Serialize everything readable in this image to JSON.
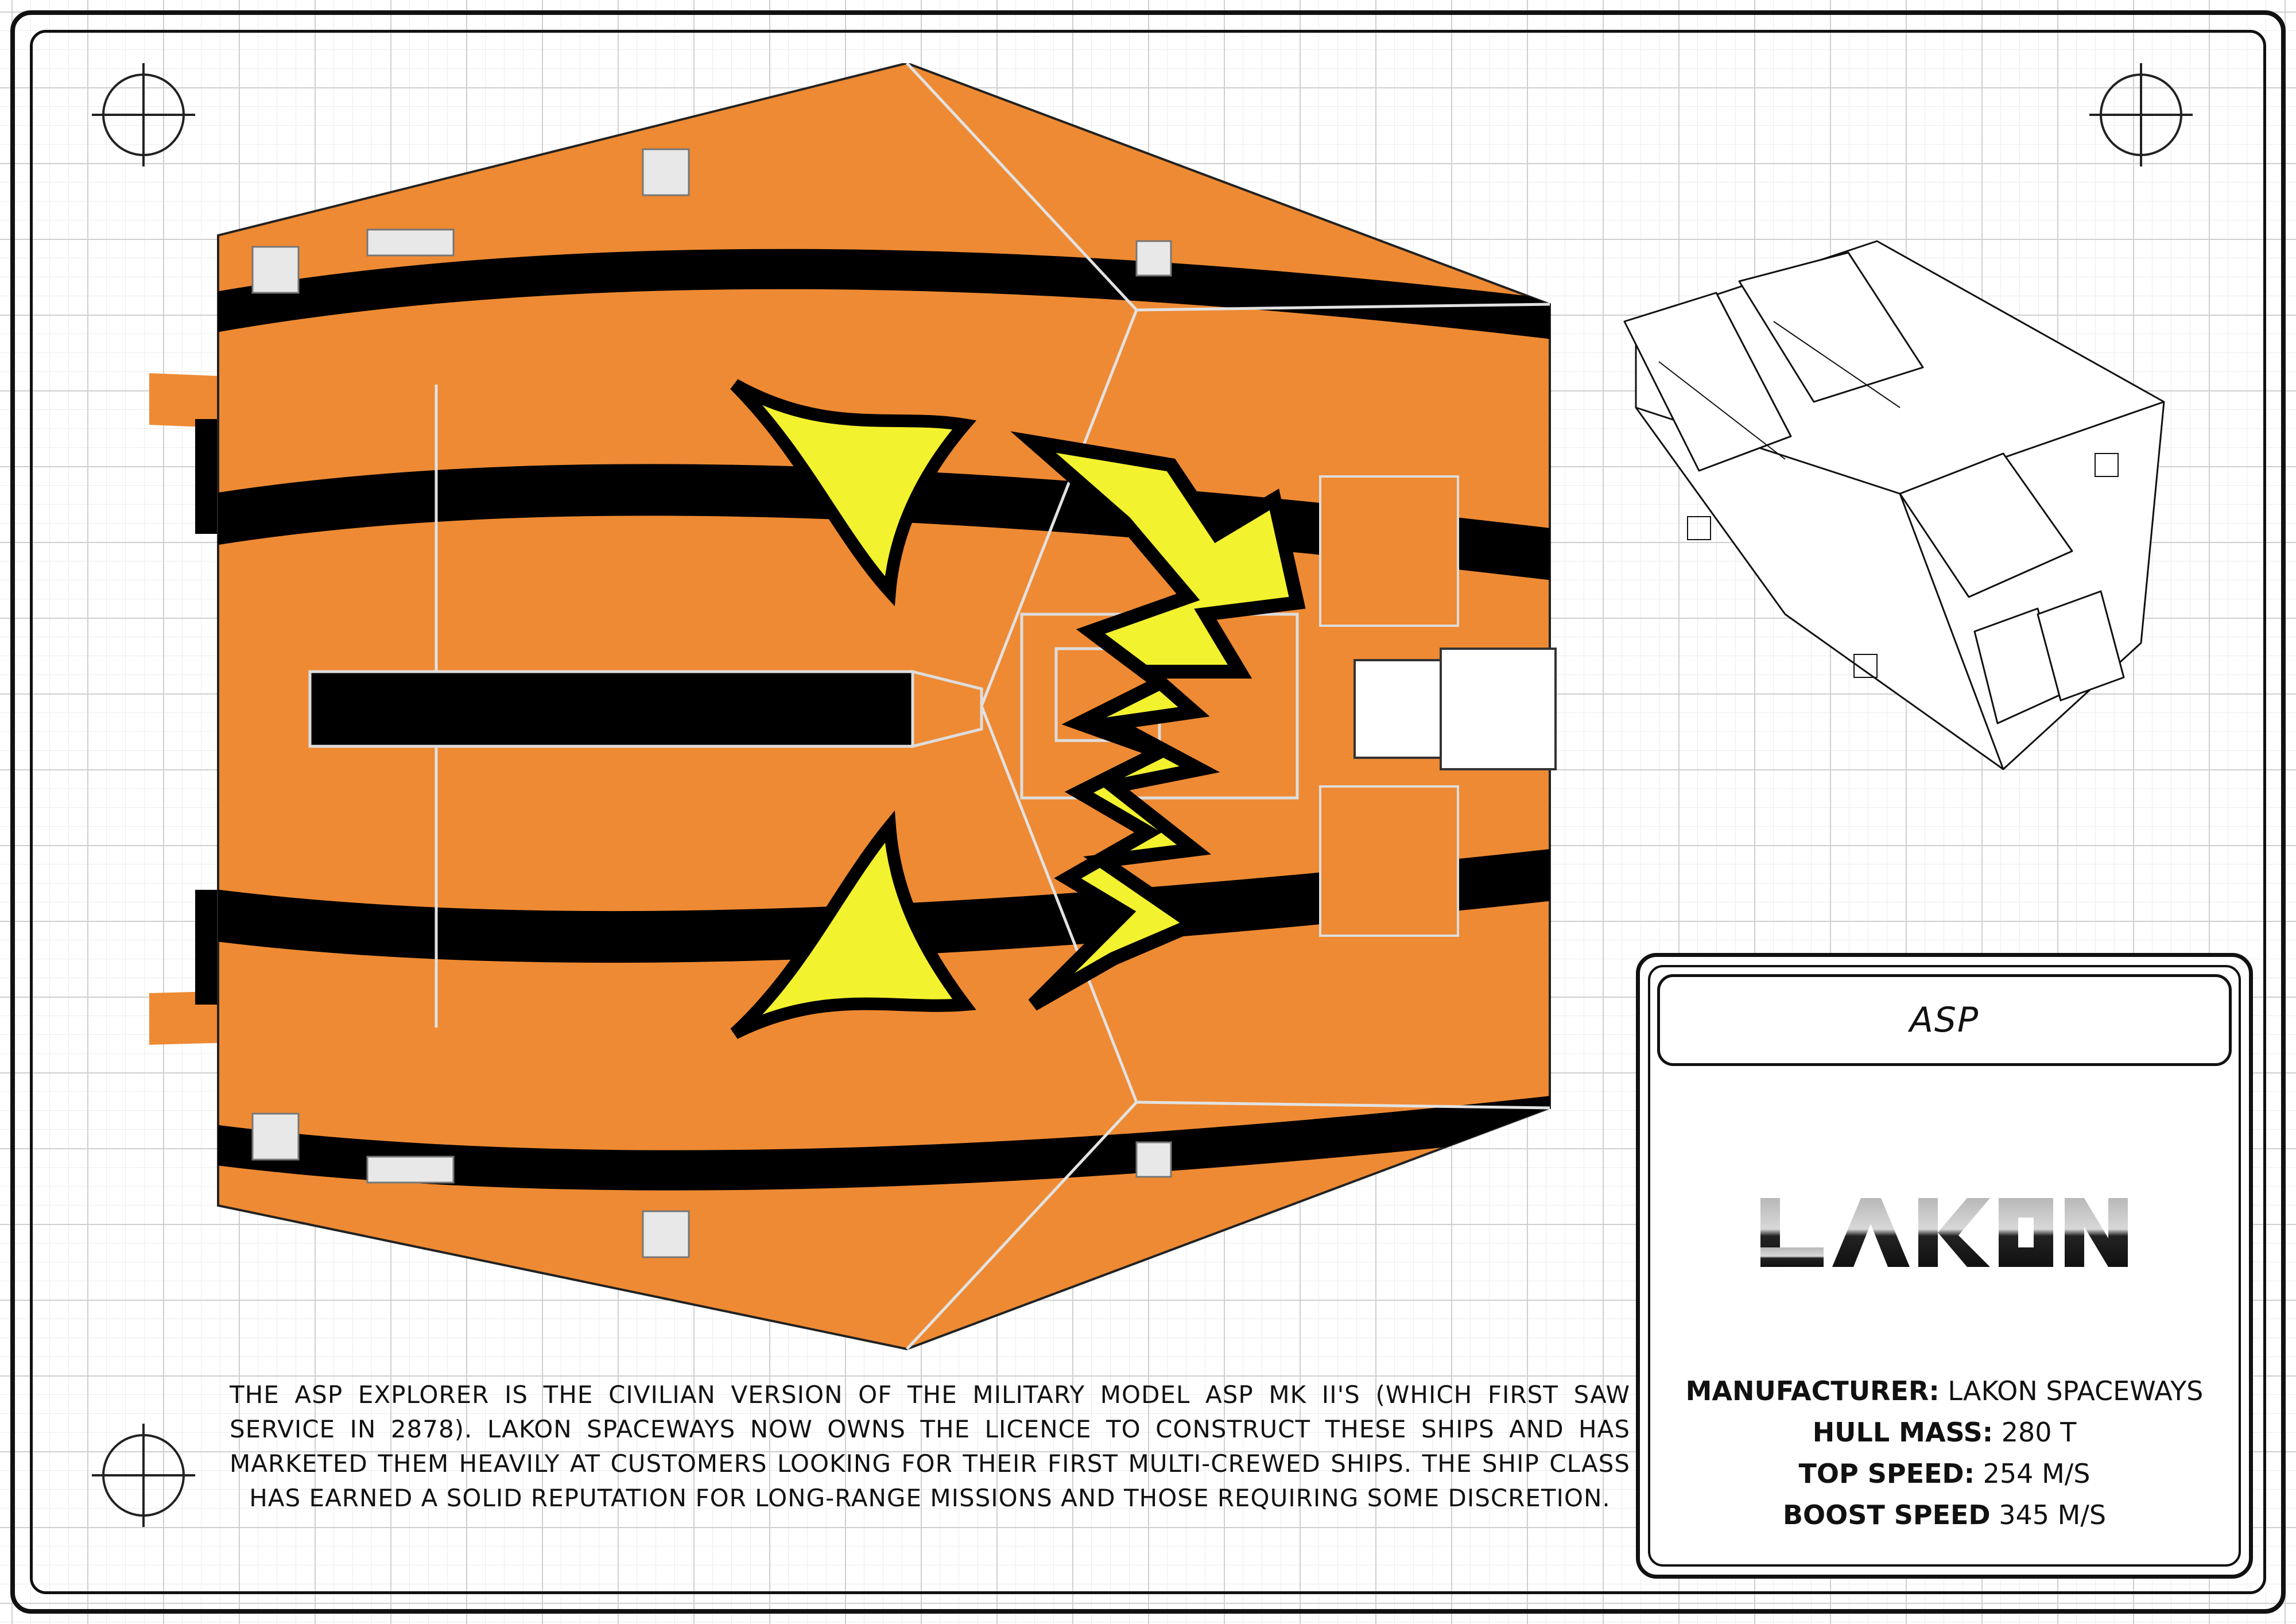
{
  "colors": {
    "hull": "#ee8a33",
    "stripe": "#000000",
    "accent": "#f3f22e",
    "panel_line": "#d9d9d9",
    "ink": "#111111"
  },
  "description": "THE ASP EXPLORER IS THE CIVILIAN VERSION OF THE MILITARY MODEL ASP MK II'S (WHICH FIRST SAW SERVICE IN 2878). LAKON SPACEWAYS NOW OWNS THE LICENCE TO CONSTRUCT THESE SHIPS AND HAS MARKETED THEM HEAVILY AT CUSTOMERS LOOKING FOR THEIR FIRST MULTI-CREWED SHIPS. THE SHIP CLASS HAS EARNED A SOLID REPUTATION FOR LONG-RANGE MISSIONS AND THOSE REQUIRING SOME DISCRETION.",
  "panel": {
    "ship_name": "ASP",
    "maker_logo_text": "LAKON",
    "specs": [
      {
        "label": "MANUFACTURER:",
        "value": "LAKON SPACEWAYS"
      },
      {
        "label": "HULL MASS:",
        "value": "280 T"
      },
      {
        "label": "TOP SPEED:",
        "value": "254 M/S"
      },
      {
        "label": "BOOST SPEED",
        "value": "345 M/S"
      }
    ]
  }
}
